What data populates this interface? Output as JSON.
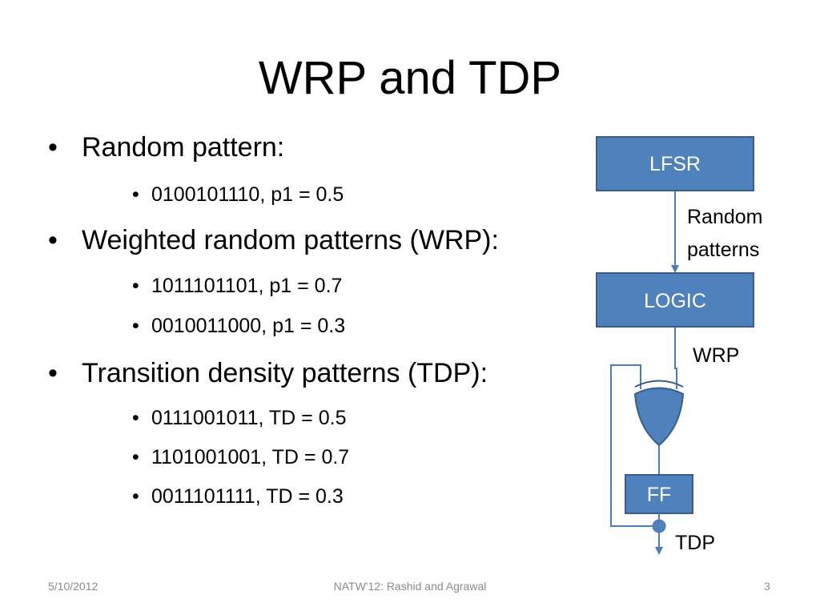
{
  "title": "WRP and TDP",
  "bullets": [
    {
      "text": "Random pattern:",
      "sub": [
        "0100101110, p1 = 0.5"
      ]
    },
    {
      "text": "Weighted random patterns (WRP):",
      "sub": [
        "1011101101, p1 = 0.7",
        "0010011000, p1 = 0.3"
      ]
    },
    {
      "text": "Transition density patterns (TDP):",
      "sub": [
        "0111001011, TD = 0.5",
        "1101001001, TD = 0.7",
        "0011101111, TD = 0.3"
      ]
    }
  ],
  "bullet_symbol": "•",
  "diagram": {
    "lfsr_label": "LFSR",
    "random_label_line1": "Random",
    "random_label_line2": "patterns",
    "logic_label": "LOGIC",
    "wrp_label": "WRP",
    "ff_label": "FF",
    "tdp_label": "TDP",
    "gate_icon": "xor-gate-icon",
    "box_fill": "#4f81bd",
    "box_stroke": "#385d8a",
    "line_color": "#4a7ebb"
  },
  "footer": {
    "date": "5/10/2012",
    "center": "NATW'12: Rashid and Agrawal",
    "page": "3"
  }
}
